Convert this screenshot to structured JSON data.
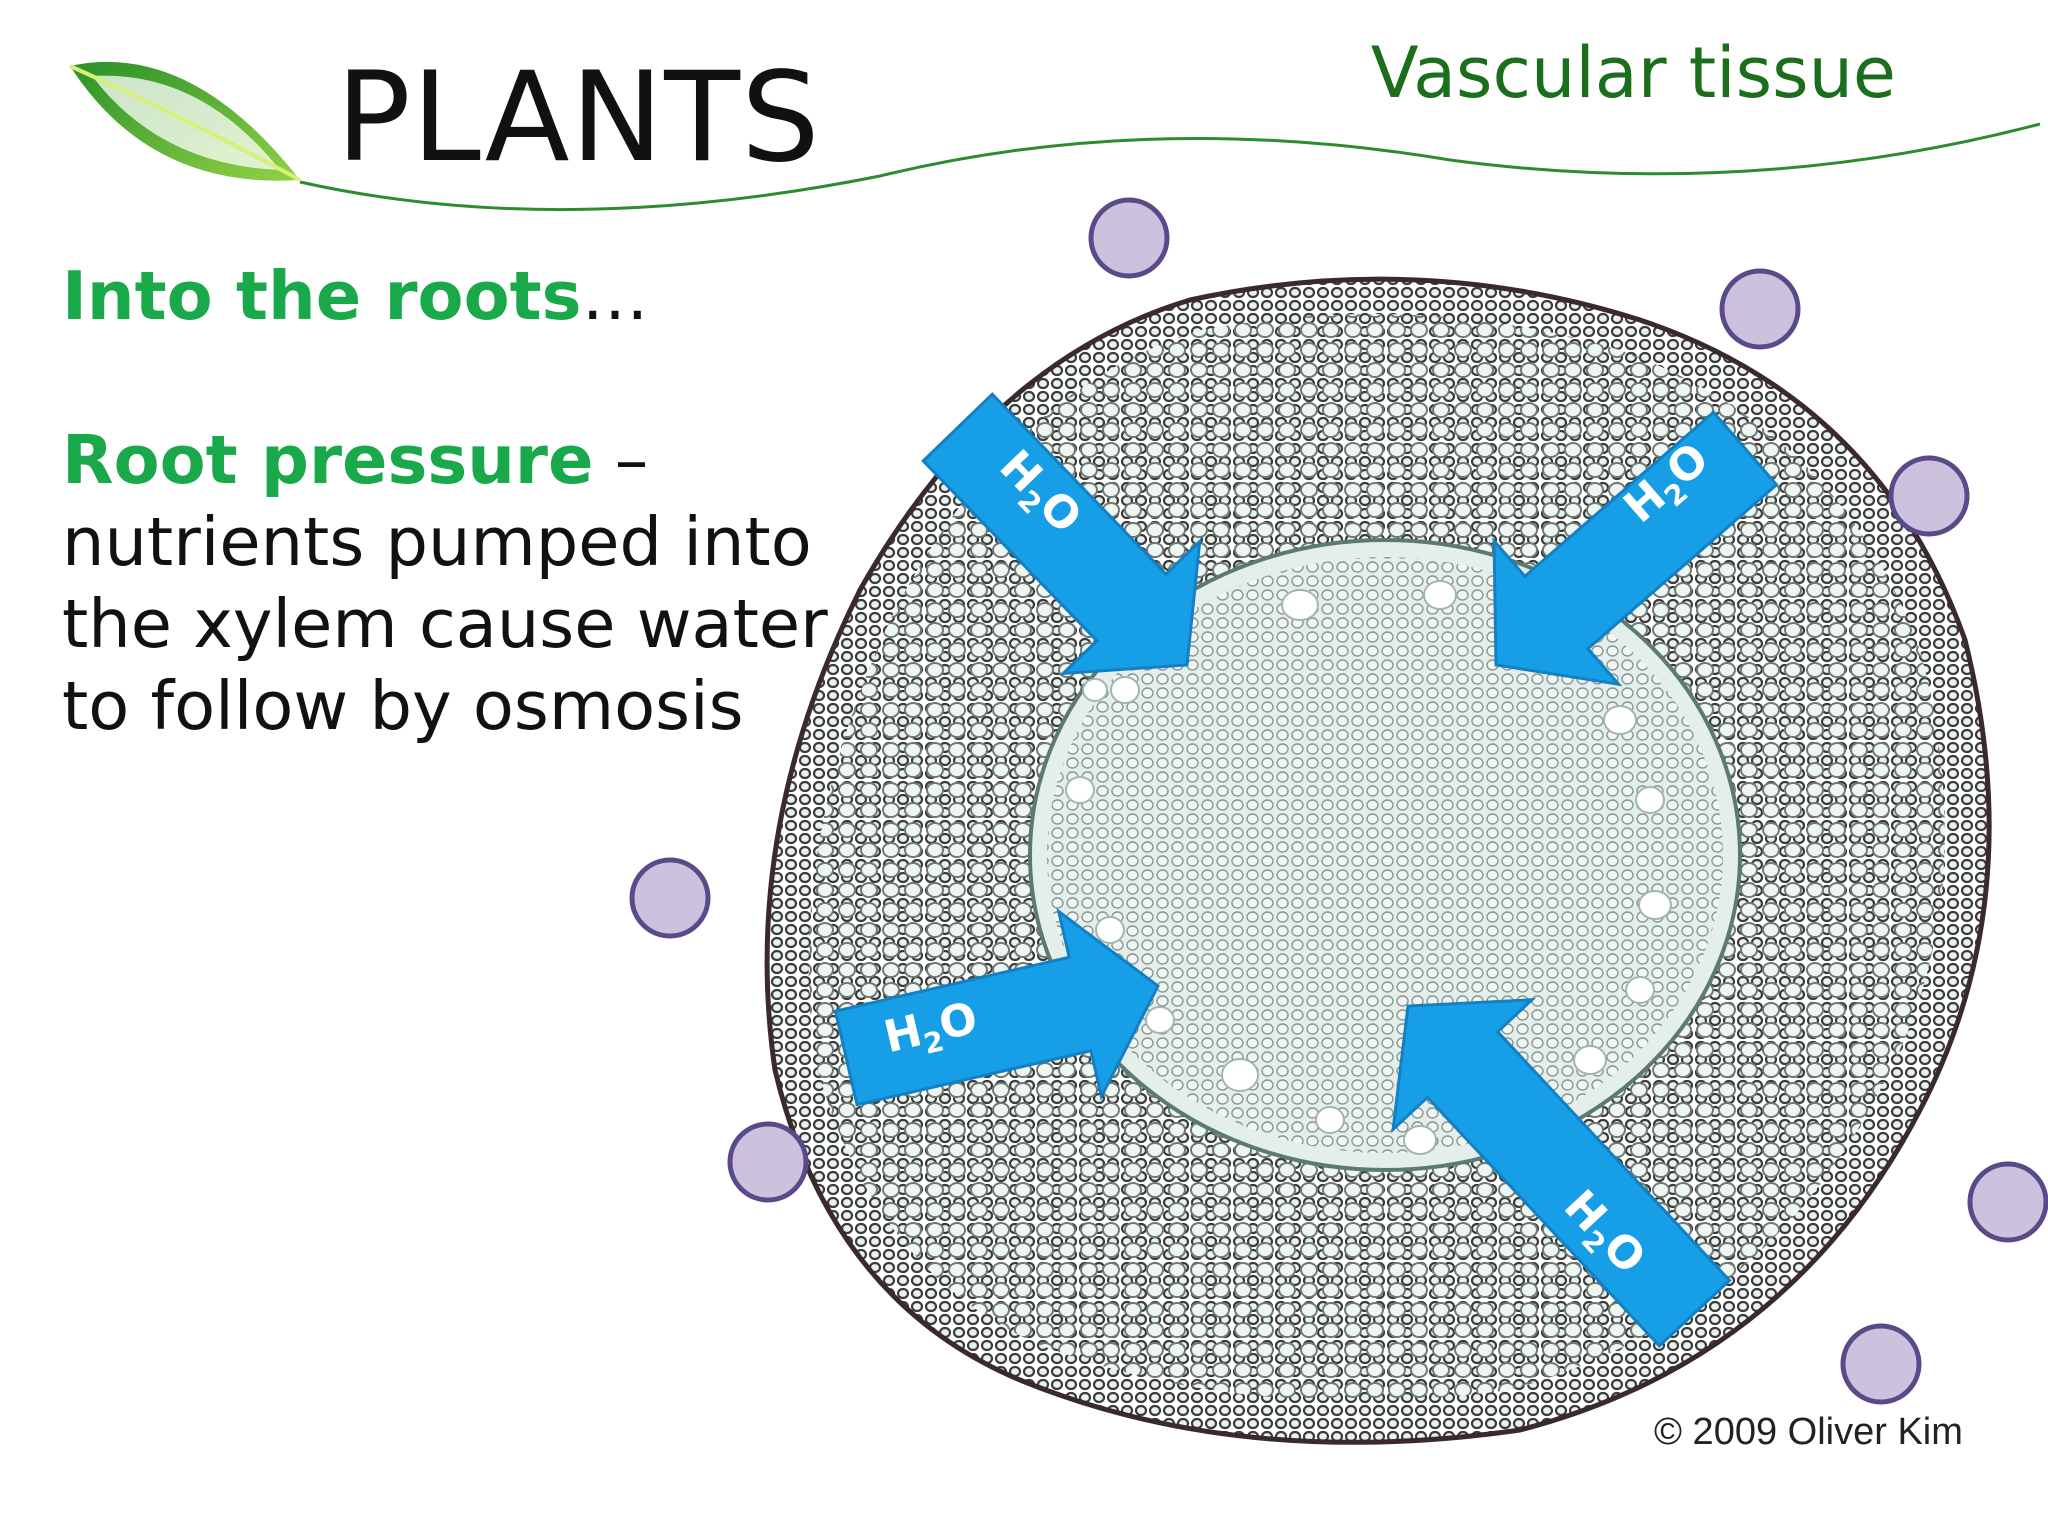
{
  "header": {
    "title": "PLANTS",
    "section": "Vascular tissue"
  },
  "content": {
    "heading1": "Into the roots",
    "heading1_suffix": "…",
    "heading2": "Root pressure",
    "heading2_suffix": " –",
    "lines": [
      "nutrients pumped into",
      "the xylem cause water",
      "to follow by osmosis"
    ]
  },
  "diagram": {
    "arrow_label_main": "H",
    "arrow_label_sub": "2",
    "arrow_label_end": "O",
    "credit": "© 2009 Oliver Kim"
  },
  "colors": {
    "arrow": "#169ee6",
    "arrow_stroke": "#1380c4",
    "particle_fill": "#cdc2dd",
    "particle_stroke": "#5a4a8a",
    "accent_green": "#19a84a",
    "section_green": "#1b6e1b"
  }
}
